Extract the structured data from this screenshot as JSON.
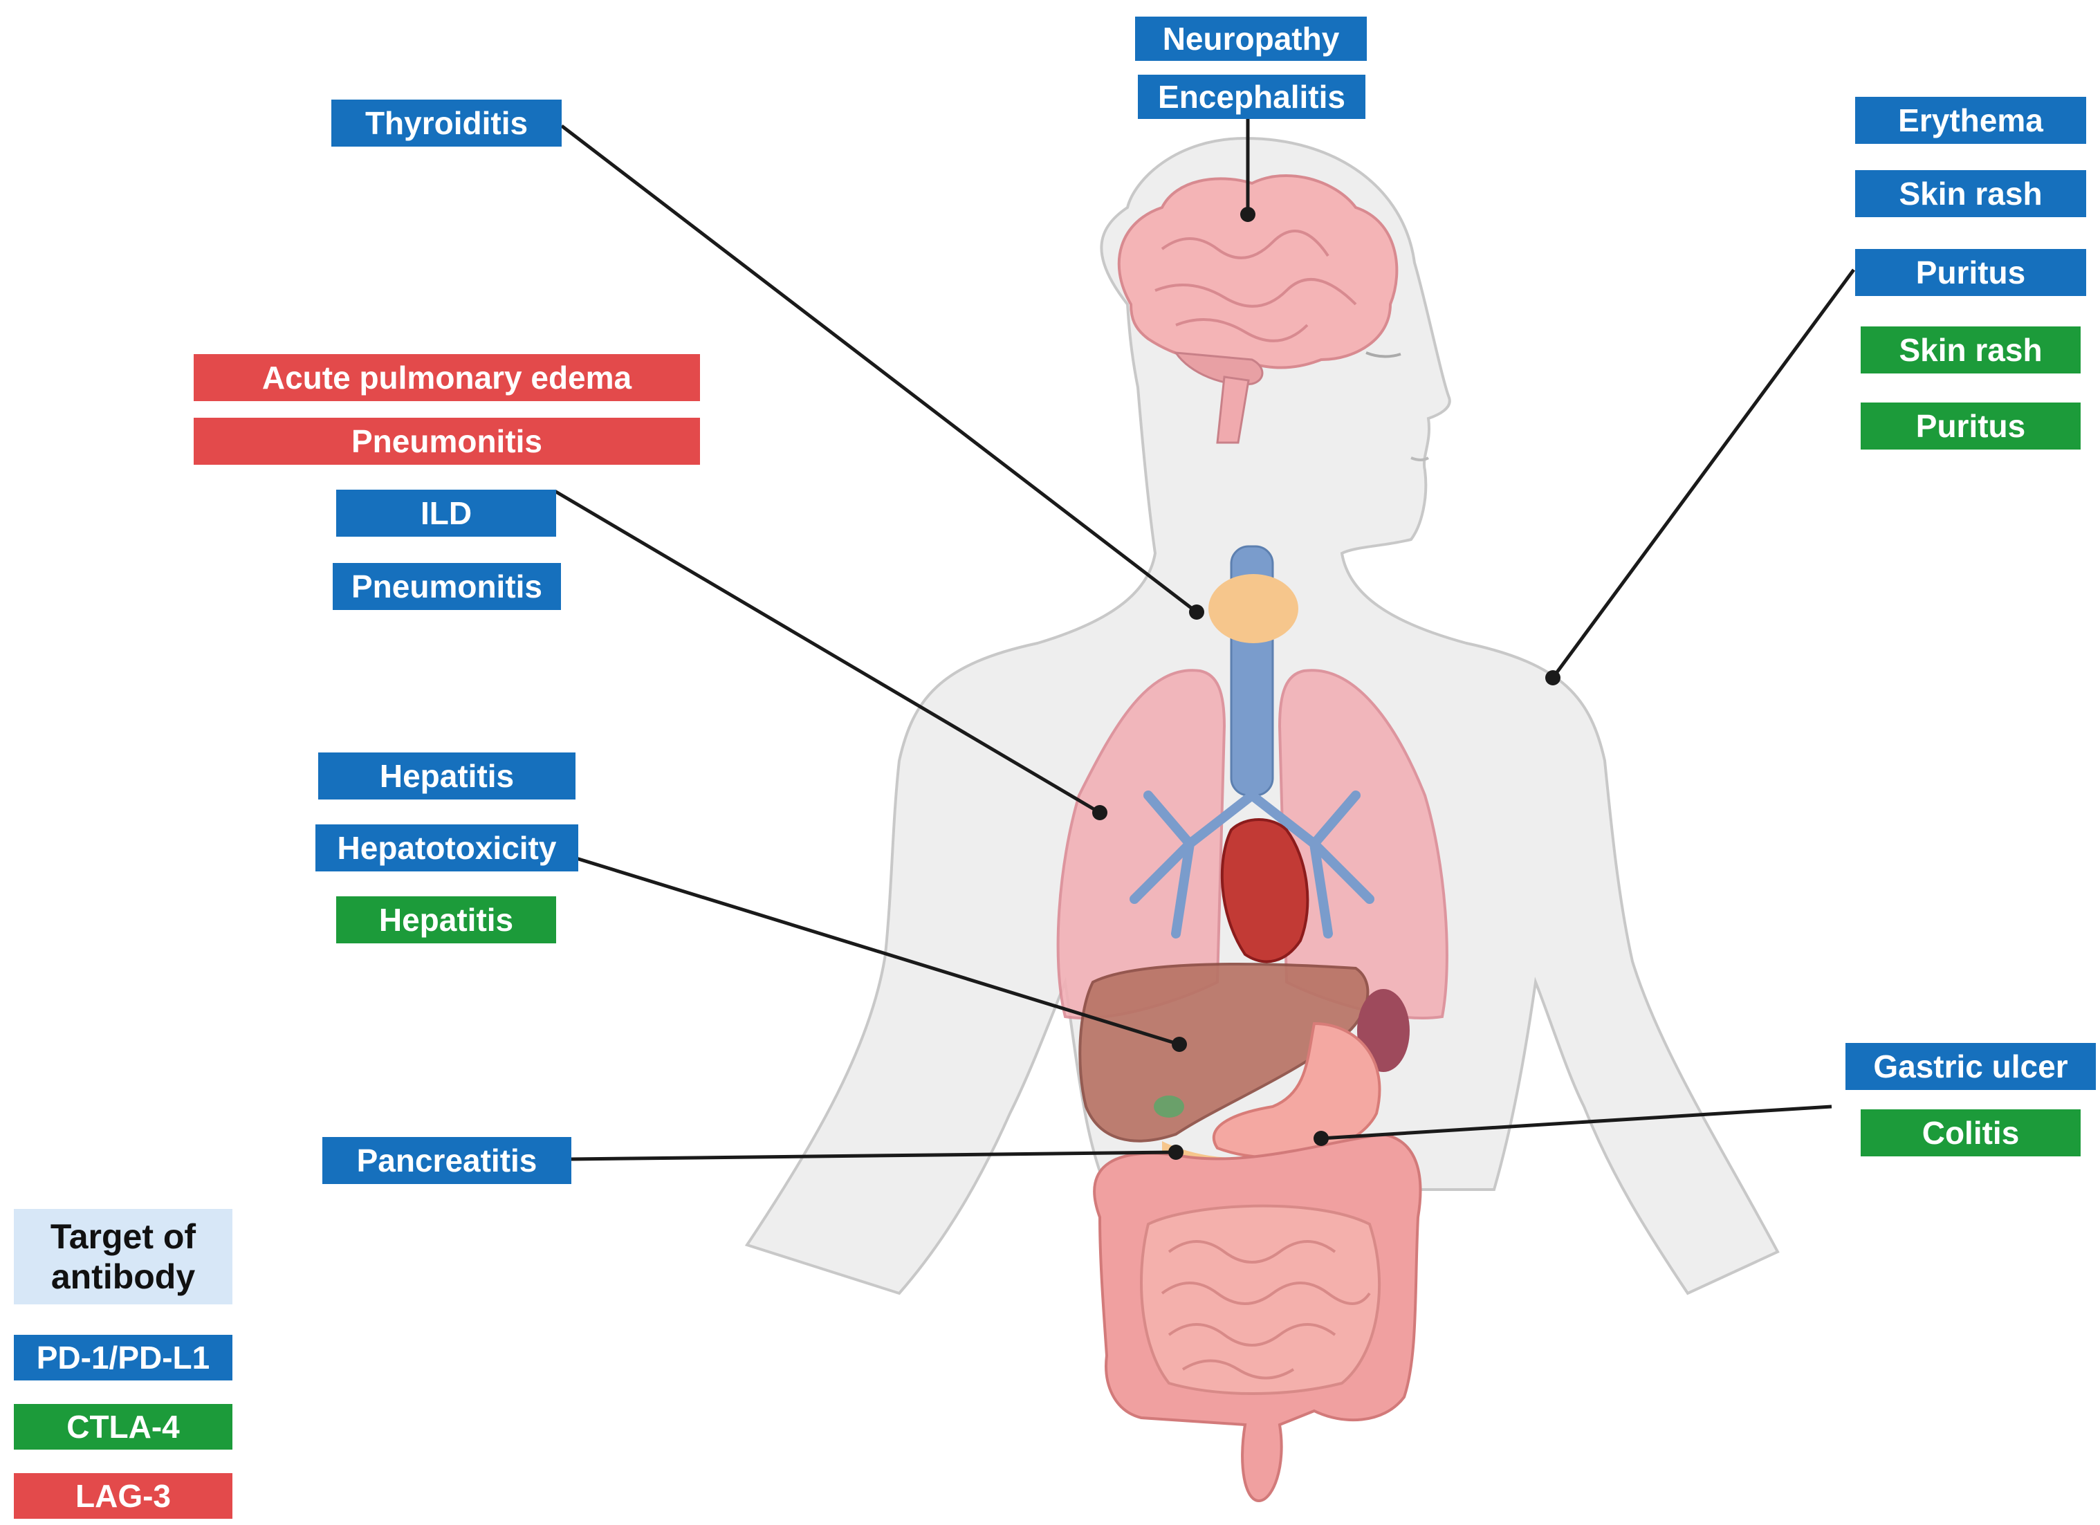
{
  "labels": {
    "neuropathy": "Neuropathy",
    "encephalitis": "Encephalitis",
    "thyroiditis": "Thyroiditis",
    "erythema": "Erythema",
    "skin_rash_pd1": "Skin rash",
    "puritus_pd1": "Puritus",
    "skin_rash_ctla4": "Skin rash",
    "puritus_ctla4": "Puritus",
    "acute_pulmonary_edema": "Acute pulmonary edema",
    "pneumonitis_lag3": "Pneumonitis",
    "ild": "ILD",
    "pneumonitis_pd1": "Pneumonitis",
    "hepatitis_pd1": "Hepatitis",
    "hepatotoxicity": "Hepatotoxicity",
    "hepatitis_ctla4": "Hepatitis",
    "pancreatitis": "Pancreatitis",
    "gastric_ulcer": "Gastric ulcer",
    "colitis": "Colitis"
  },
  "legend": {
    "title_line1": "Target of",
    "title_line2": "antibody",
    "items": [
      {
        "label": "PD-1/PD-L1",
        "color": "#1670bd"
      },
      {
        "label": "CTLA-4",
        "color": "#1c9b3a"
      },
      {
        "label": "LAG-3",
        "color": "#e34a4b"
      }
    ]
  },
  "colors": {
    "pd1": "#1670bd",
    "ctla4": "#1c9b3a",
    "lag3": "#e34a4b",
    "body": "#eeeeee",
    "organs": "#f0a0a0"
  }
}
